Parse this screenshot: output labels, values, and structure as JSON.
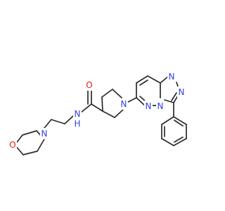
{
  "molecule": {
    "atom_labels": {
      "morpholine_o": "O",
      "morpholine_n": "N",
      "amide_nh_n": "N",
      "amide_nh_h": "H",
      "amide_o": "O",
      "piperidine_n": "N",
      "pyridazine_n1": "N",
      "pyridazine_n2": "N",
      "triazole_n1": "N",
      "triazole_n2": "N"
    },
    "colors": {
      "nitrogen": "#2f3fe6",
      "oxygen": "#e31b1b",
      "bond": "#2b2b2b"
    }
  }
}
